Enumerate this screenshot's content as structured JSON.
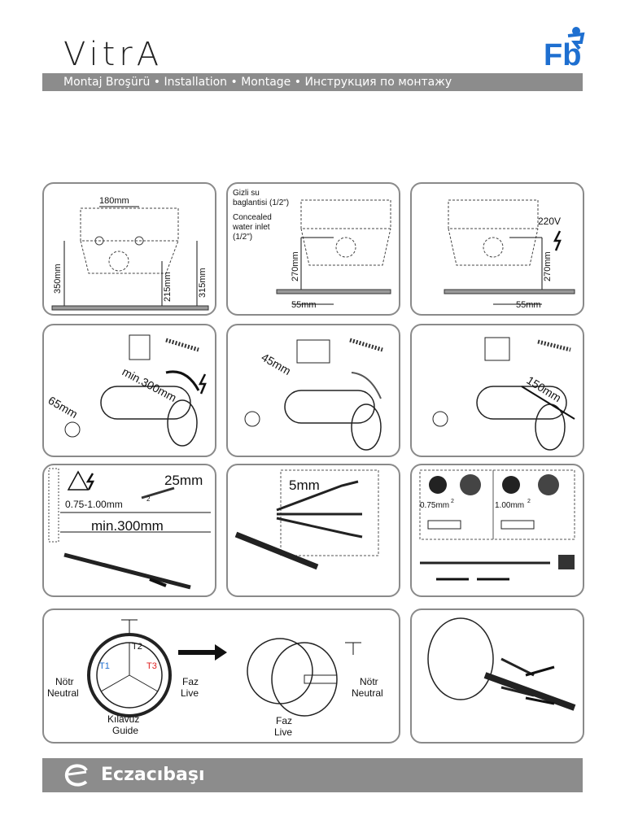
{
  "header": {
    "logo_text": "VitrA",
    "fb_text": "Fb",
    "subtitle": "Montaj Broşürü • Installation • Montage • Инструкция по монтажу"
  },
  "panel1": {
    "width_label": "180mm",
    "h1": "350mm",
    "h2": "215mm",
    "h3": "315mm"
  },
  "panel2": {
    "line1": "Gizli su",
    "line2": "baglantisi (1/2\")",
    "line3": "Concealed",
    "line4": "water inlet",
    "line5": "(1/2\")",
    "height": "270mm",
    "offset": "55mm"
  },
  "panel3": {
    "voltage": "220V",
    "height": "270mm",
    "offset": "55mm"
  },
  "panel4": {
    "dim1": "65mm",
    "dim2": "min.300mm"
  },
  "panel5": {
    "dim1": "45mm"
  },
  "panel6": {
    "dim1": "150mm"
  },
  "panel7": {
    "dim1": "25mm",
    "section": "0.75-1.00mm",
    "sup": "2",
    "dim2": "min.300mm"
  },
  "panel8": {
    "dim1": "5mm"
  },
  "panel9": {
    "size1": "0.75mm",
    "size2": "1.00mm",
    "sup": "2"
  },
  "panel10": {
    "t1": "T1",
    "t2": "T2",
    "t3": "T3",
    "neutral_tr": "Nötr",
    "neutral_en": "Neutral",
    "live_tr": "Faz",
    "live_en": "Live",
    "guide_tr": "Kılavuz",
    "guide_en": "Guide",
    "neutral2_tr": "Nötr",
    "neutral2_en": "Neutral",
    "live2_tr": "Faz",
    "live2_en": "Live"
  },
  "footer": {
    "brand": "Eczacıbaşı"
  },
  "colors": {
    "band": "#8c8c8c",
    "frame": "#8a8a8a",
    "red": "#e02020",
    "blue": "#1e6fd0"
  }
}
